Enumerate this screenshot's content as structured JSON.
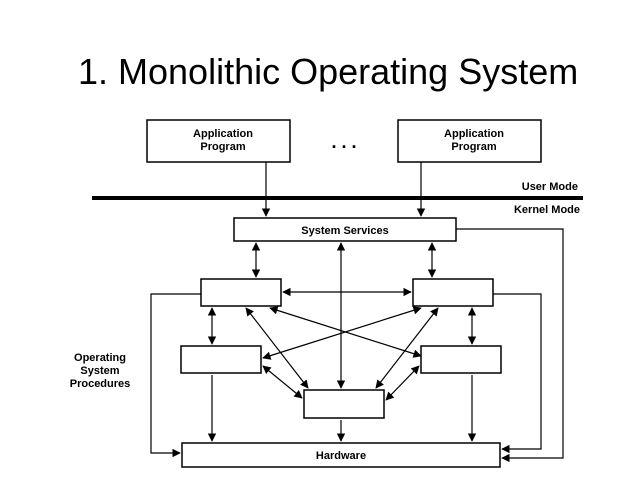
{
  "slide": {
    "title": "1. Monolithic Operating System"
  },
  "diagram": {
    "app_program_line1": "Application",
    "app_program_line2": "Program",
    "ellipsis": ". . .",
    "user_mode": "User Mode",
    "kernel_mode": "Kernel Mode",
    "system_services": "System Services",
    "hardware": "Hardware",
    "os_procedures_line1": "Operating",
    "os_procedures_line2": "System",
    "os_procedures_line3": "Procedures"
  }
}
